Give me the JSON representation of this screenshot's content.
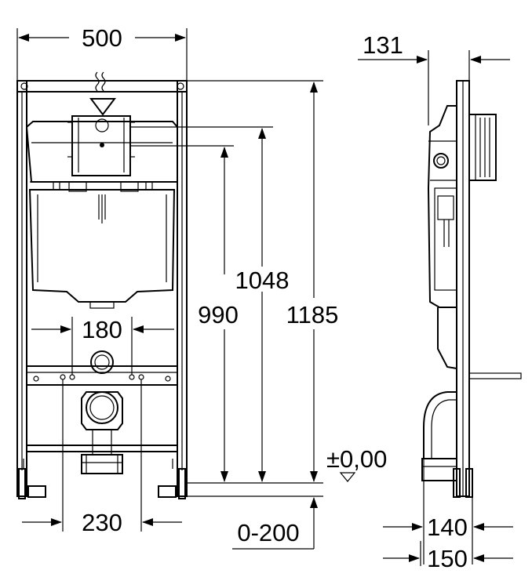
{
  "dimensions": {
    "frame_width": "500",
    "frame_depth_top": "131",
    "flush_plate_height": "1048",
    "inlet_height": "990",
    "overall_height": "1185",
    "outlet_spacing": "180",
    "fixing_spacing": "230",
    "floor_level": "±0,00",
    "foot_adjust": "0-200",
    "depth_140": "140",
    "depth_150": "150"
  }
}
